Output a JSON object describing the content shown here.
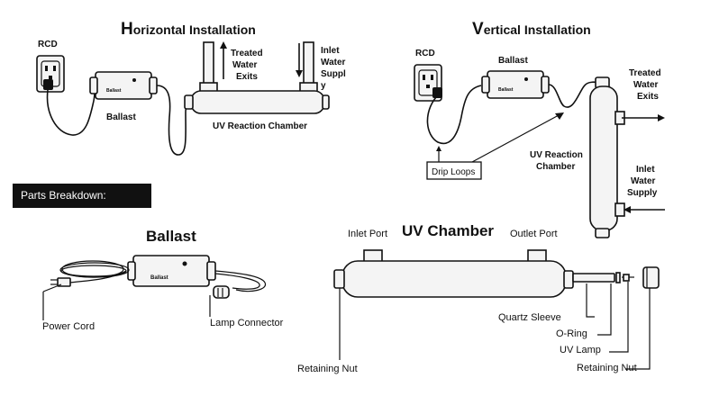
{
  "horizontal": {
    "title_cap": "H",
    "title_rest": "orizontal Installation",
    "rcd": "RCD",
    "ballast": "Ballast",
    "device_label": "Ballast",
    "treated_lines": [
      "Treated",
      "Water",
      "Exits"
    ],
    "inlet_lines": [
      "Inlet",
      "Water",
      "Suppl",
      "y"
    ],
    "chamber": "UV Reaction Chamber"
  },
  "vertical": {
    "title_cap": "V",
    "title_rest": "ertical Installation",
    "rcd": "RCD",
    "ballast": "Ballast",
    "device_label": "Ballast",
    "treated_lines": [
      "Treated",
      "Water",
      "Exits"
    ],
    "chamber_lines": [
      "UV Reaction",
      "Chamber"
    ],
    "inlet_lines": [
      "Inlet",
      "Water",
      "Supply"
    ],
    "drip_loops": "Drip Loops"
  },
  "parts_banner": "Parts Breakdown:",
  "ballast_part": {
    "title": "Ballast",
    "device_label": "Ballast",
    "power_cord": "Power Cord",
    "lamp_connector": "Lamp Connector"
  },
  "uv_chamber": {
    "title": "UV Chamber",
    "inlet_port": "Inlet Port",
    "outlet_port": "Outlet Port",
    "retaining_nut_left": "Retaining Nut",
    "quartz_sleeve": "Quartz Sleeve",
    "o_ring": "O-Ring",
    "uv_lamp": "UV Lamp",
    "retaining_nut_right": "Retaining Nut"
  }
}
